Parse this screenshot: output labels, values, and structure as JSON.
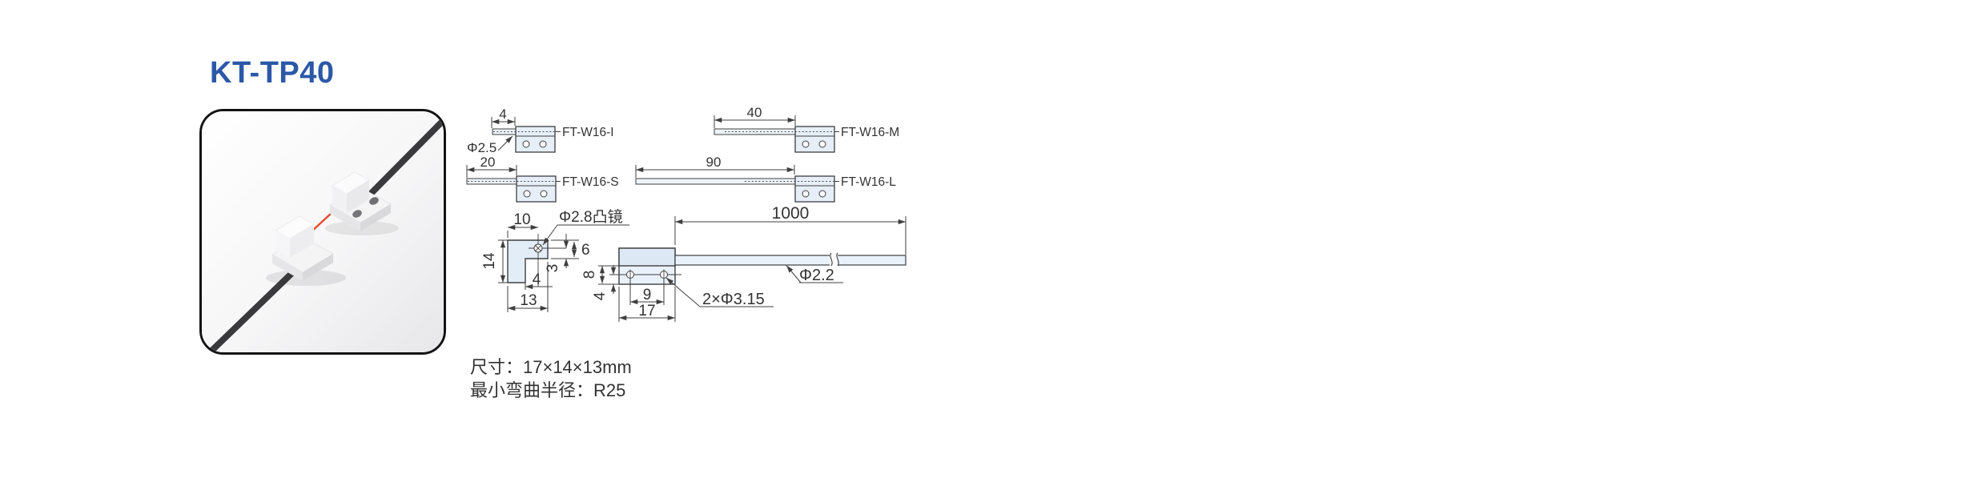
{
  "page": {
    "title": "KT-TP40"
  },
  "colors": {
    "accent": "#2b58a7",
    "drawing_fill": "#e6eff8",
    "laser_red": "#e8442a",
    "outline": "#3f3f3f"
  },
  "fiber_heads": {
    "items": [
      {
        "label": "FT-W16-I",
        "tip_length": "4"
      },
      {
        "label": "FT-W16-M",
        "tip_length": "40"
      },
      {
        "label": "FT-W16-S",
        "tip_length": "20"
      },
      {
        "label": "FT-W16-L",
        "tip_length": "90"
      }
    ],
    "tip_diameter": "Φ2.5"
  },
  "side_view": {
    "top_width": "10",
    "height": "14",
    "lens_label": "Φ2.8凸镜",
    "step_depth": "6",
    "lens_to_step": "3",
    "leg_offset": "4",
    "bottom_width": "13"
  },
  "front_view": {
    "body_height": "8",
    "hole_offset": "4",
    "hole_spacing": "9",
    "body_width": "17",
    "hole_note": "2×Φ3.15"
  },
  "cable": {
    "length": "1000",
    "diameter": "Φ2.2"
  },
  "specs": [
    "尺寸：17×14×13mm",
    "最小弯曲半径：R25"
  ]
}
